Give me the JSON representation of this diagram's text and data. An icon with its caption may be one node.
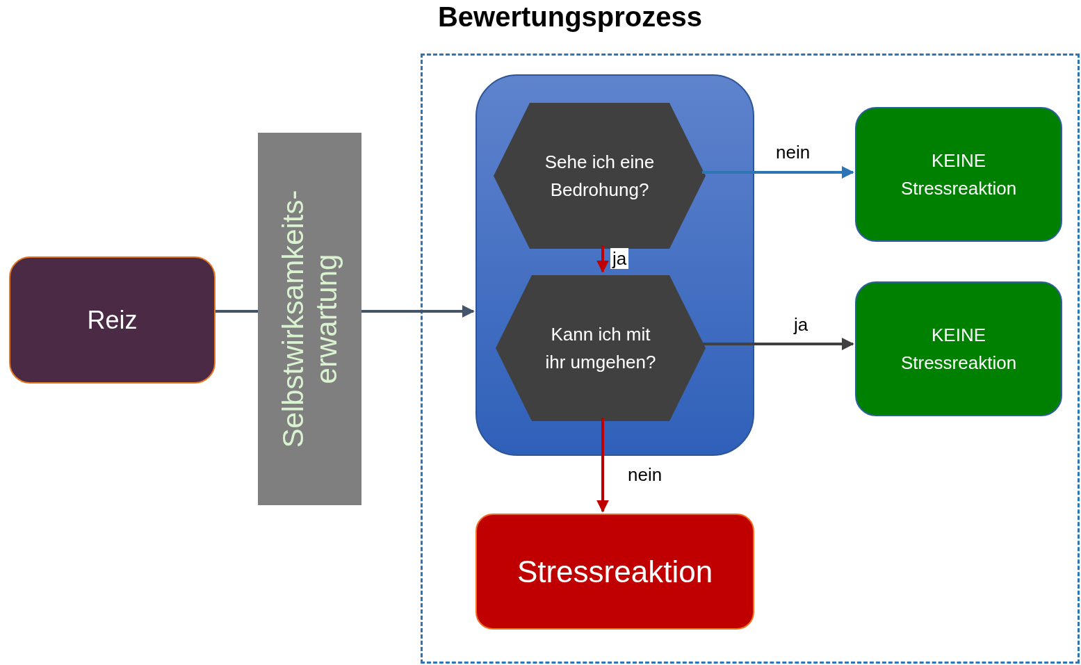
{
  "diagram": {
    "title": "Bewertungsprozess",
    "nodes": [
      {
        "text": [
          "Reiz"
        ]
      },
      {
        "text": [
          "Selbstwirksamkeits- erwartung"
        ]
      },
      {
        "text": [],
        "shape": "box"
      },
      {
        "text": [],
        "shape": "box",
        "in": 2
      },
      {
        "text": [
          "Sehe ich eine Bedrohung?"
        ],
        "in": 3
      },
      {
        "text": [
          "Kann ich mit ihr umgehen?"
        ],
        "in": 3
      },
      {
        "text": [
          "KEINE Stressreaktion"
        ],
        "in": 2
      },
      {
        "text": [
          "KEINE Stressreaktion"
        ],
        "in": 2
      },
      {
        "text": [
          "Stressreaktion"
        ],
        "in": 2
      }
    ],
    "edges": [
      {
        "from": 0,
        "to": 1,
        "arrow": "none",
        "color": "#44546a"
      },
      {
        "from": 1,
        "to": 3,
        "arrow": "to",
        "color": "#44546a"
      },
      {
        "from": 4,
        "to": 6,
        "arrow": "to",
        "label": "nein",
        "color": "#2e75b6"
      },
      {
        "from": 4,
        "to": 5,
        "arrow": "to",
        "label": "ja",
        "color": "#c00000"
      },
      {
        "from": 5,
        "to": 7,
        "arrow": "to",
        "label": "ja",
        "color": "#404040"
      },
      {
        "from": 5,
        "to": 8,
        "arrow": "to",
        "label": "nein",
        "color": "#c00000"
      }
    ]
  }
}
